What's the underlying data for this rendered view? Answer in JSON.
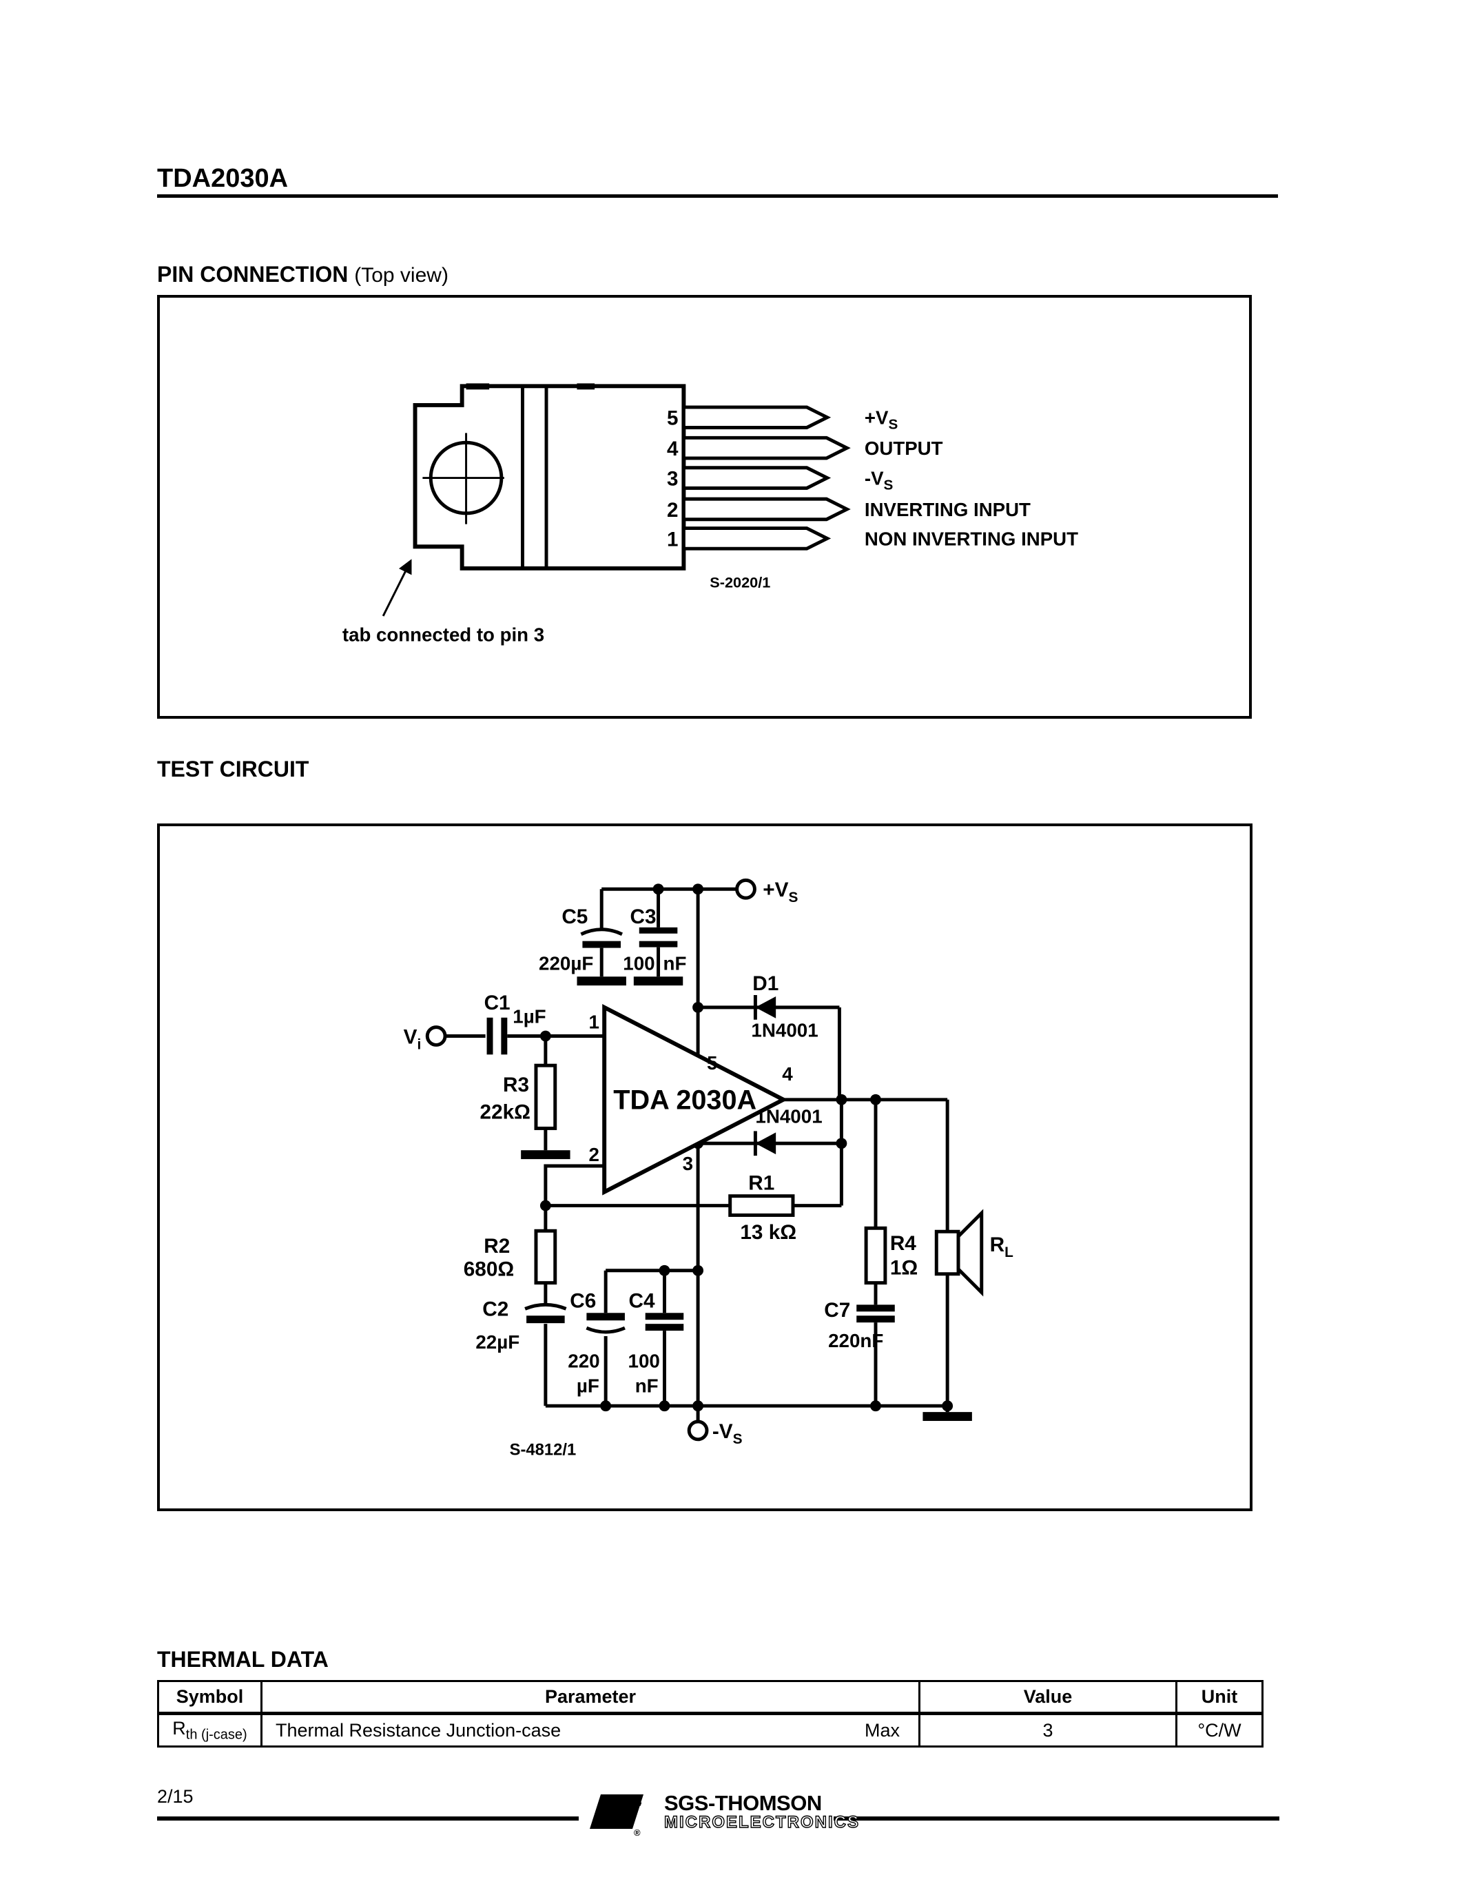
{
  "page": {
    "part_number": "TDA2030A",
    "page_number": "2/15",
    "brand": "SGS-THOMSON",
    "brand_sub": "MICROELECTRONICS",
    "brand_mark": "®"
  },
  "pin_connection": {
    "title": "PIN CONNECTION",
    "title_suffix": "(Top view)",
    "figure_code": "S-2020/1",
    "tab_note": "tab connected to pin 3",
    "pins": [
      {
        "number": "5",
        "label": "+V",
        "label_sub": "S"
      },
      {
        "number": "4",
        "label": "OUTPUT",
        "label_sub": ""
      },
      {
        "number": "3",
        "label": "-V",
        "label_sub": "S"
      },
      {
        "number": "2",
        "label": "INVERTING INPUT",
        "label_sub": ""
      },
      {
        "number": "1",
        "label": "NON INVERTING INPUT",
        "label_sub": ""
      }
    ]
  },
  "test_circuit": {
    "title": "TEST CIRCUIT",
    "figure_code": "S-4812/1",
    "ic_label": "TDA 2030A",
    "input": {
      "main": "V",
      "sub": "i"
    },
    "supply_pos": {
      "main": "+V",
      "sub": "S"
    },
    "supply_neg": {
      "main": "-V",
      "sub": "S"
    },
    "load": {
      "main": "R",
      "sub": "L"
    },
    "ic_pins": {
      "p1": "1",
      "p2": "2",
      "p3": "3",
      "p4": "4",
      "p5": "5"
    },
    "components": {
      "c1": {
        "name": "C1",
        "value": "1µF"
      },
      "c2": {
        "name": "C2",
        "value": "22µF"
      },
      "c3": {
        "name": "C3",
        "value_l": "100",
        "value_r": "nF"
      },
      "c4": {
        "name": "C4",
        "value_top": "100",
        "value_bot": "nF"
      },
      "c5": {
        "name": "C5",
        "value": "220µF"
      },
      "c6": {
        "name": "C6",
        "value_top": "220",
        "value_bot": "µF"
      },
      "c7": {
        "name": "C7",
        "value": "220nF"
      },
      "r1": {
        "name": "R1",
        "value": "13 kΩ"
      },
      "r2": {
        "name": "R2",
        "value": "680Ω"
      },
      "r3": {
        "name": "R3",
        "value": "22kΩ"
      },
      "r4": {
        "name": "R4",
        "value": "1Ω"
      },
      "d1": {
        "name": "D1",
        "value": "1N4001"
      },
      "d2": {
        "value": "1N4001"
      }
    }
  },
  "thermal": {
    "title": "THERMAL DATA",
    "headers": [
      "Symbol",
      "Parameter",
      "Value",
      "Unit"
    ],
    "row": {
      "symbol_main": "R",
      "symbol_sub": "th (j-case)",
      "parameter": "Thermal Resistance Junction-case",
      "qualifier": "Max",
      "value": "3",
      "unit": "°C/W"
    }
  }
}
